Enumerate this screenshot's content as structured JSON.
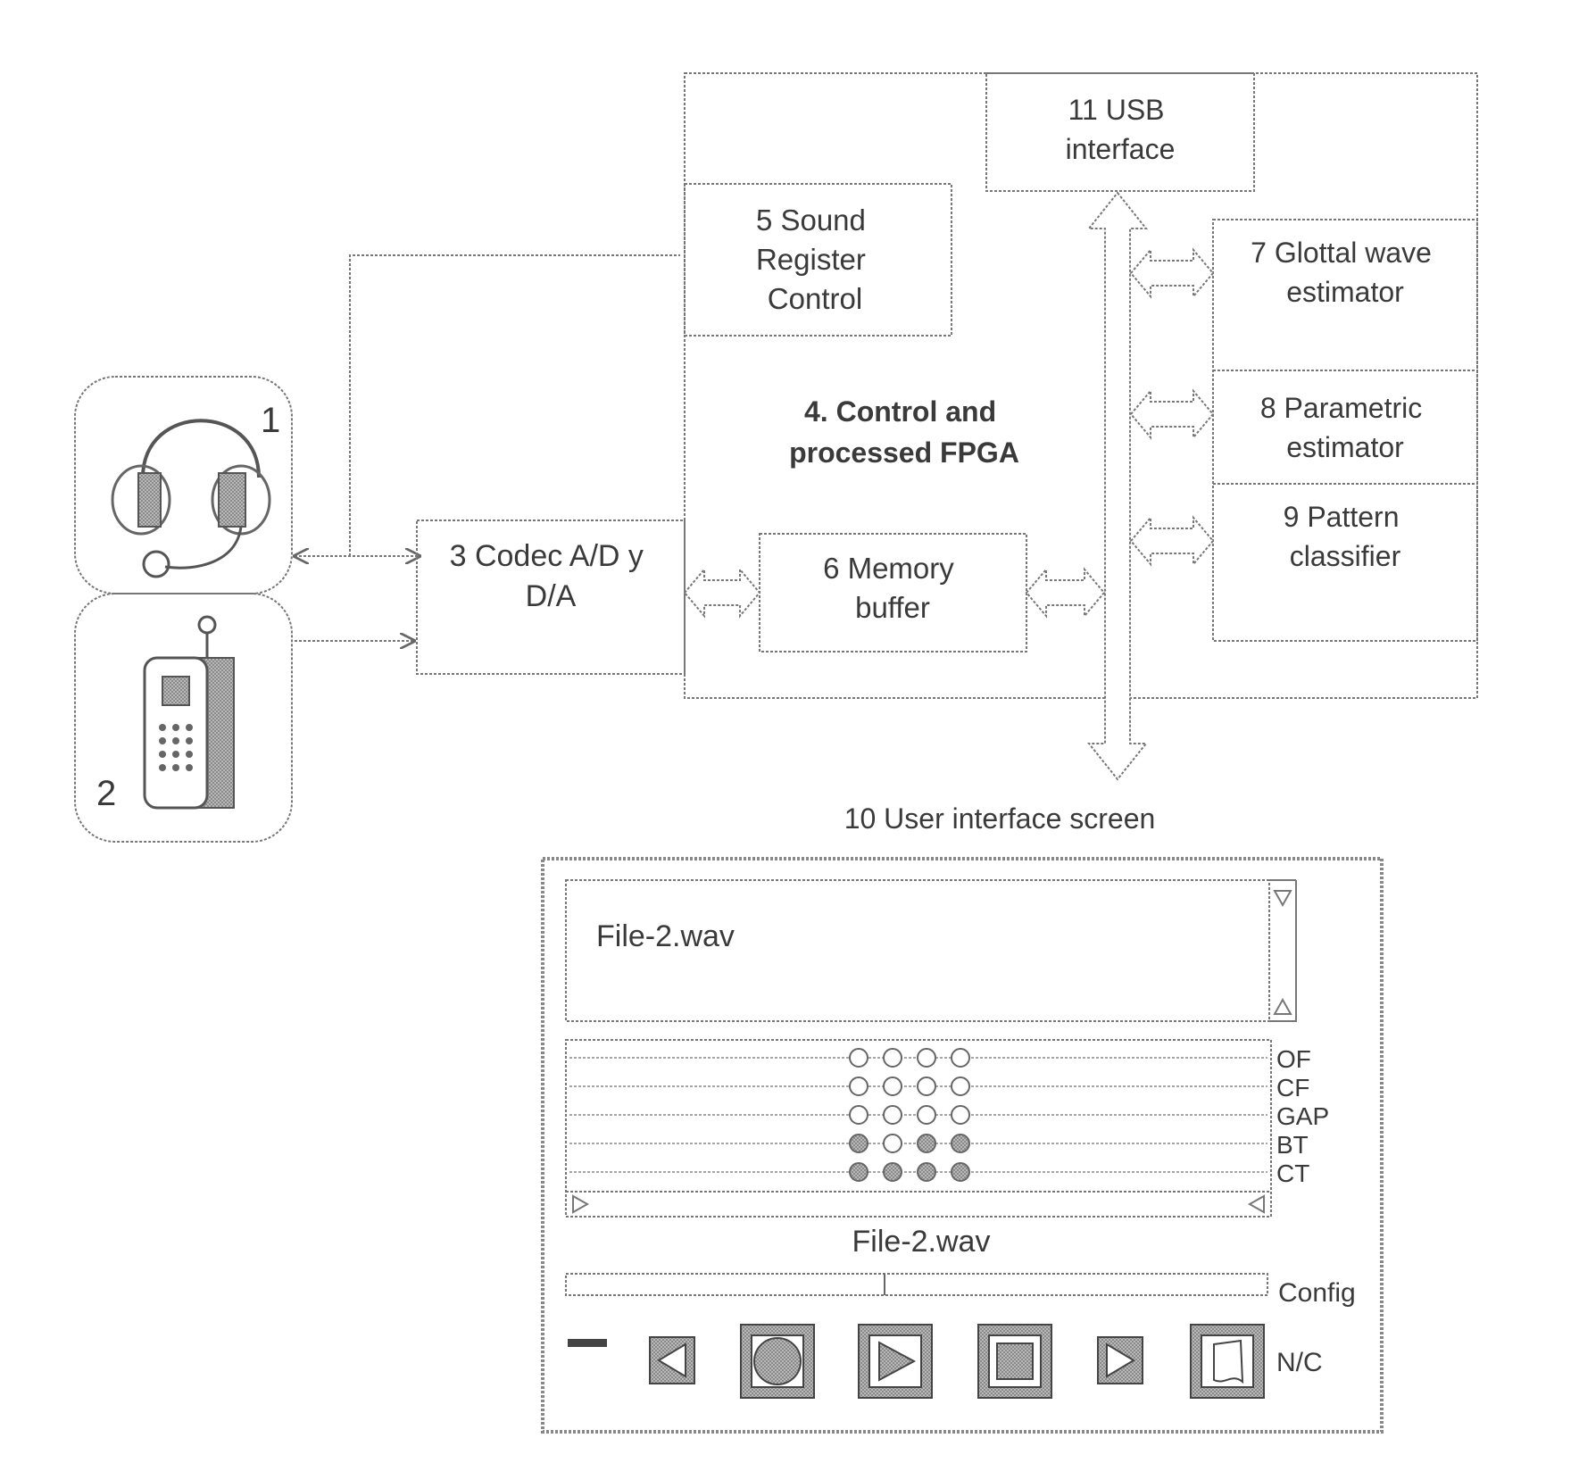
{
  "devices": {
    "headset_number": "1",
    "phone_number": "2"
  },
  "blocks": {
    "codec": [
      "3 Codec A/D y",
      "D/A"
    ],
    "fpga": [
      "4. Control and",
      "processed FPGA"
    ],
    "sound_register": [
      "5 Sound",
      "Register",
      "Control"
    ],
    "memory_buffer": [
      "6 Memory",
      "buffer"
    ],
    "glottal": [
      "7 Glottal wave",
      "estimator"
    ],
    "parametric": [
      "8 Parametric",
      "estimator"
    ],
    "pattern": [
      "9 Pattern",
      "classifier"
    ],
    "usb": [
      "11 USB",
      "interface"
    ]
  },
  "ui_screen": {
    "title": "10 User interface screen",
    "file_text": "File-2.wav",
    "file_caption": "File-2.wav",
    "track_labels": [
      "OF",
      "CF",
      "GAP",
      "BT",
      "CT"
    ],
    "track_marks": [
      [
        "open",
        "open",
        "open",
        "open"
      ],
      [
        "open",
        "open",
        "open",
        "open"
      ],
      [
        "open",
        "open",
        "open",
        "open"
      ],
      [
        "filled",
        "open",
        "filled",
        "filled"
      ],
      [
        "filled",
        "filled",
        "filled",
        "filled"
      ]
    ],
    "progress": 0.5,
    "config_label": "Config",
    "nc_label": "N/C",
    "transport_icons": [
      "minus-icon",
      "rewind-icon",
      "record-icon",
      "play-icon",
      "stop-icon",
      "forward-icon",
      "document-icon"
    ]
  }
}
